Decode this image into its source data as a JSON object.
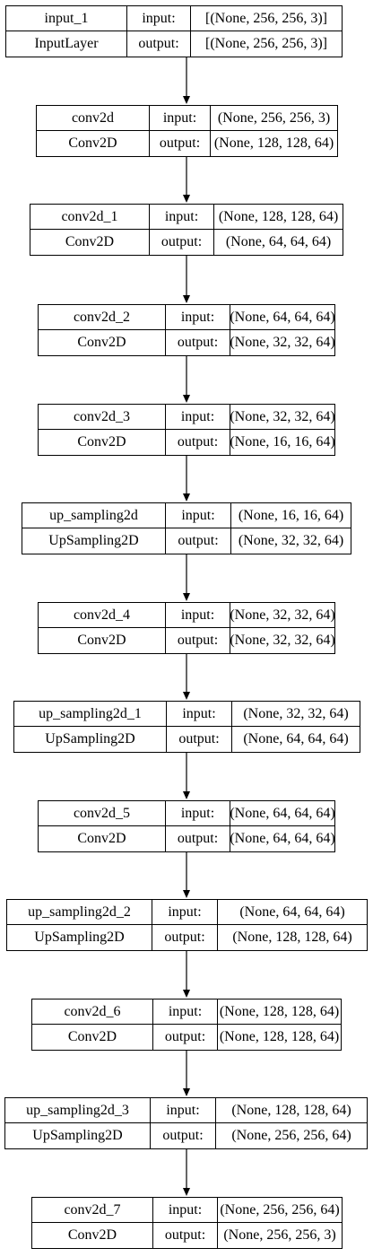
{
  "diagram": {
    "labels": {
      "input": "input:",
      "output": "output:"
    },
    "layers": [
      {
        "name": "input_1",
        "type": "InputLayer",
        "input_shape": "[(None, 256, 256, 3)]",
        "output_shape": "[(None, 256, 256, 3)]"
      },
      {
        "name": "conv2d",
        "type": "Conv2D",
        "input_shape": "(None, 256, 256, 3)",
        "output_shape": "(None, 128, 128, 64)"
      },
      {
        "name": "conv2d_1",
        "type": "Conv2D",
        "input_shape": "(None, 128, 128, 64)",
        "output_shape": "(None, 64, 64, 64)"
      },
      {
        "name": "conv2d_2",
        "type": "Conv2D",
        "input_shape": "(None, 64, 64, 64)",
        "output_shape": "(None, 32, 32, 64)"
      },
      {
        "name": "conv2d_3",
        "type": "Conv2D",
        "input_shape": "(None, 32, 32, 64)",
        "output_shape": "(None, 16, 16, 64)"
      },
      {
        "name": "up_sampling2d",
        "type": "UpSampling2D",
        "input_shape": "(None, 16, 16, 64)",
        "output_shape": "(None, 32, 32, 64)"
      },
      {
        "name": "conv2d_4",
        "type": "Conv2D",
        "input_shape": "(None, 32, 32, 64)",
        "output_shape": "(None, 32, 32, 64)"
      },
      {
        "name": "up_sampling2d_1",
        "type": "UpSampling2D",
        "input_shape": "(None, 32, 32, 64)",
        "output_shape": "(None, 64, 64, 64)"
      },
      {
        "name": "conv2d_5",
        "type": "Conv2D",
        "input_shape": "(None, 64, 64, 64)",
        "output_shape": "(None, 64, 64, 64)"
      },
      {
        "name": "up_sampling2d_2",
        "type": "UpSampling2D",
        "input_shape": "(None, 64, 64, 64)",
        "output_shape": "(None, 128, 128, 64)"
      },
      {
        "name": "conv2d_6",
        "type": "Conv2D",
        "input_shape": "(None, 128, 128, 64)",
        "output_shape": "(None, 128, 128, 64)"
      },
      {
        "name": "up_sampling2d_3",
        "type": "UpSampling2D",
        "input_shape": "(None, 128, 128, 64)",
        "output_shape": "(None, 256, 256, 64)"
      },
      {
        "name": "conv2d_7",
        "type": "Conv2D",
        "input_shape": "(None, 256, 256, 64)",
        "output_shape": "(None, 256, 256, 3)"
      }
    ]
  }
}
